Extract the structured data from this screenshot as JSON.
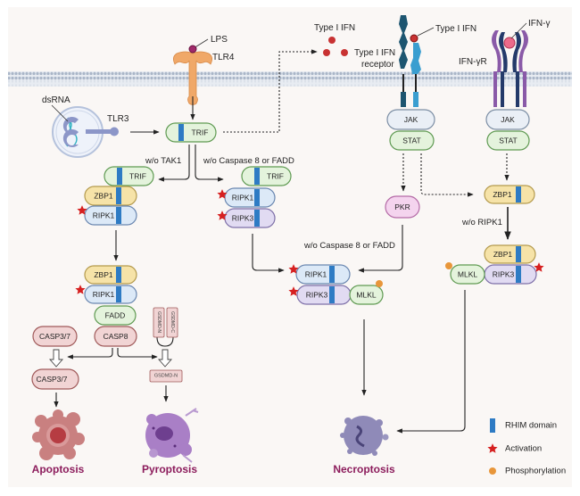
{
  "ligands": {
    "lps": "LPS",
    "tlr4": "TLR4",
    "dsrna": "dsRNA",
    "tlr3": "TLR3",
    "type1_ifn_free": "Type I IFN",
    "type1_ifn_receptor_line1": "Type I IFN",
    "type1_ifn_receptor_line2": "receptor",
    "type1_ifn_bound": "Type I IFN",
    "ifn_gamma": "IFN-γ",
    "ifn_gamma_r": "IFN-γR"
  },
  "conditions": {
    "wo_tak1": "w/o TAK1",
    "wo_casp8_fadd_left": "w/o Caspase 8 or FADD",
    "wo_casp8_fadd_mid": "w/o Caspase 8 or FADD",
    "wo_ripk1": "w/o RIPK1"
  },
  "proteins": {
    "trif": "TRIF",
    "zbp1": "ZBP1",
    "ripk1": "RIPK1",
    "ripk3": "RIPK3",
    "mlkl": "MLKL",
    "jak": "JAK",
    "stat": "STAT",
    "pkr": "PKR",
    "fadd": "FADD",
    "casp8": "CASP8",
    "casp37": "CASP3/7",
    "gsdmd_n": "GSDMD-N",
    "gsdmd_c": "GSDMD-C"
  },
  "outcomes": {
    "apoptosis": "Apoptosis",
    "pyroptosis": "Pyroptosis",
    "necroptosis": "Necroptosis"
  },
  "legend": [
    {
      "icon": "rhim-domain-bar",
      "label": "RHIM domain"
    },
    {
      "icon": "red-star",
      "label": "Activation"
    },
    {
      "icon": "orange-dot",
      "label": "Phosphorylation"
    }
  ],
  "colors": {
    "rhim": "#2e7bc4",
    "activation": "#d62020",
    "phosphorylation": "#e8963a",
    "outcome_text": "#8c1c5c",
    "background": "#faf7f5"
  }
}
